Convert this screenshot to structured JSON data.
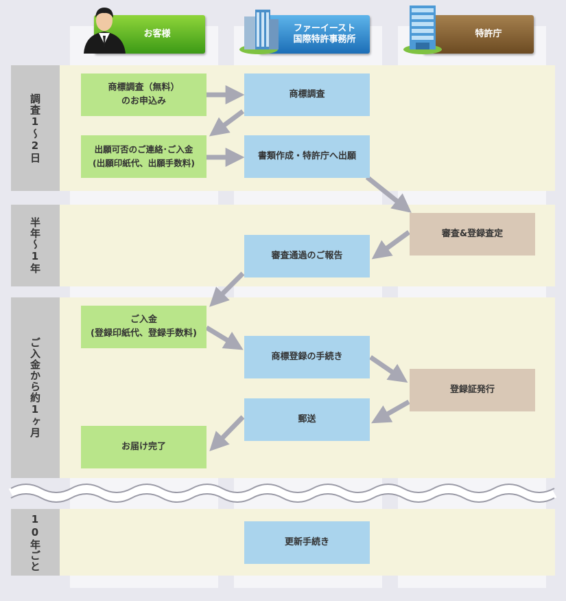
{
  "headers": {
    "customer": "お客様",
    "firm": "ファーイースト\n国際特許事務所",
    "patent_office": "特許庁"
  },
  "phases": {
    "p1": "調査1〜2日",
    "p2": "半年〜1年",
    "p3": "ご入金から約1ヶ月",
    "p4": "10年ごと"
  },
  "steps": {
    "s1": "商標調査（無料）\nのお申込み",
    "s2": "商標調査",
    "s3": "出願可否のご連絡･ご入金\n(出願印紙代、出願手数料)",
    "s4": "書類作成・特許庁へ出願",
    "s5": "審査&登録査定",
    "s6": "審査通過のご報告",
    "s7": "ご入金\n(登録印紙代、登録手数料)",
    "s8": "商標登録の手続き",
    "s9": "登録証発行",
    "s10": "郵送",
    "s11": "お届け完了",
    "s12": "更新手続き"
  },
  "colors": {
    "customer": "#3c9a16",
    "firm": "#1c6eb7",
    "patent_office": "#6c4b22",
    "arrow": "#a8a8b4"
  },
  "icons": [
    "businessman-icon",
    "office-building-icon",
    "government-building-icon"
  ]
}
